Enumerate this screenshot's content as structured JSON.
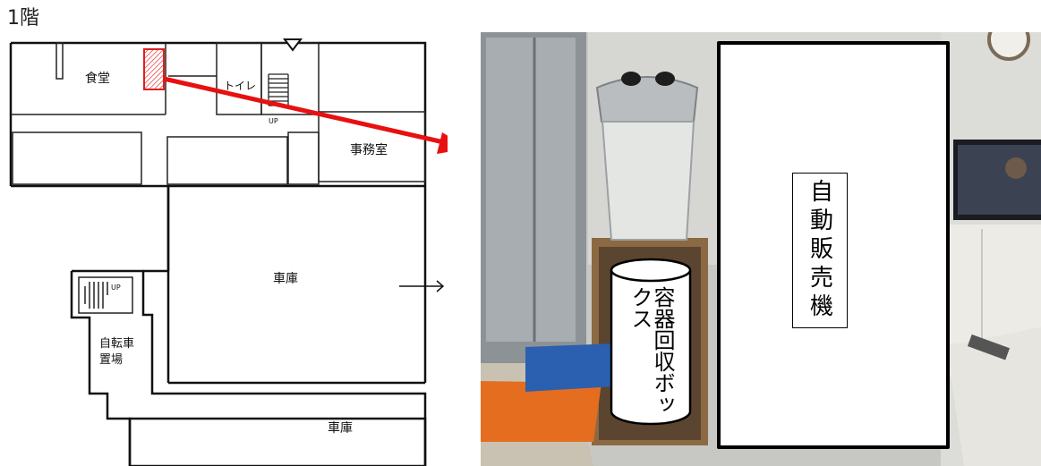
{
  "floor_plan": {
    "floor_label": "1階",
    "rooms": {
      "cafeteria": "食堂",
      "toilet": "トイレ",
      "office": "事務室",
      "garage_main": "車庫",
      "garage_lower": "車庫",
      "bicycle_parking": "自転車\n置場"
    },
    "stairs_up_label": "UP",
    "stairs_up_label_2": "UP"
  },
  "photo": {
    "vending_machine_label": "自動販売機",
    "container_box_label": "容器回収ボックス"
  },
  "colors": {
    "highlight": "#e01f1f",
    "arrow": "#e81010"
  }
}
